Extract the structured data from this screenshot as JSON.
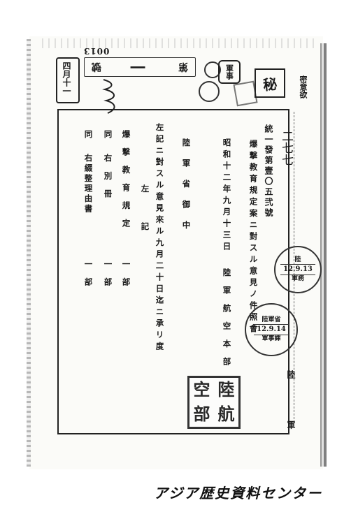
{
  "header": {
    "volume_stamp": "0013",
    "date_box": "四月十一",
    "ban_prefix": "號",
    "ban_number": "一",
    "ban_suffix": "第",
    "dept_seal": "軍事",
    "confidential_mark": "秘",
    "side_label": "密意欲"
  },
  "document": {
    "ref_number": "統一發第壹〇五弐號",
    "subject": "爆撃教育規定案ニ對スル意見ノ件照會",
    "date": "昭和十二年九月十三日",
    "sender": "陸軍航空本部",
    "recipient": "陸軍省御中",
    "body": "左記ニ對スル意見來ル九月二十日迄ニ承リ度",
    "heading_left": "左",
    "heading_right": "記",
    "item1_name": "爆撃教育規定",
    "item1_qty": "一部",
    "item2_name": "同右別冊",
    "item2_qty": "一部",
    "item3_name": "同右綴整理由書",
    "item3_qty": "一部",
    "item2_prefix": "同",
    "item2_rest": "右別冊",
    "item3_prefix": "同",
    "item3_rest": "右綴整理由書",
    "side_ryo": "陸",
    "side_gun": "軍",
    "ref_annot": "二七七"
  },
  "stamps": {
    "postmark1": {
      "top": "陸",
      "mid": "12.9.13",
      "bottom": "軍務"
    },
    "postmark2": {
      "top": "陸軍省",
      "mid": "12.9.14",
      "bottom": "軍事課"
    },
    "aviation_seal": [
      "陸",
      "空",
      "航",
      "部"
    ]
  },
  "footer": "アジア歴史資料センター"
}
